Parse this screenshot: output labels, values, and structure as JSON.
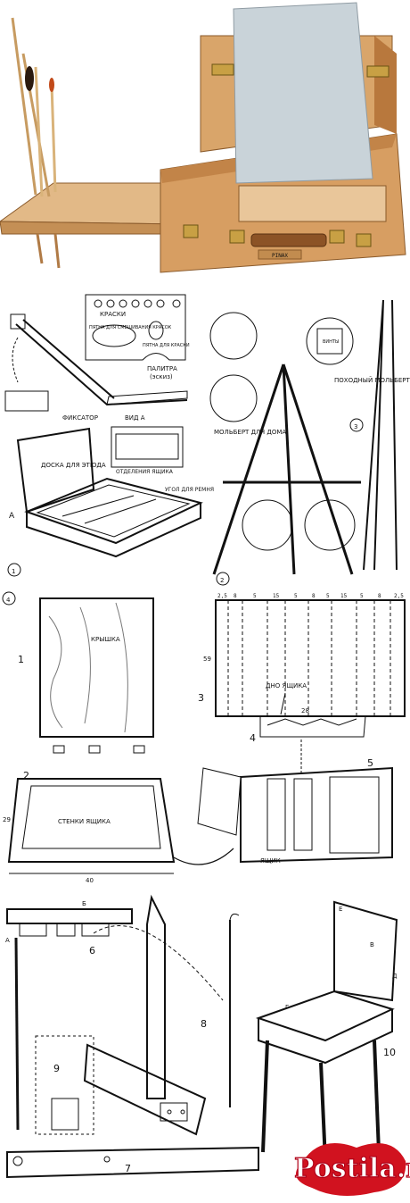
{
  "photo": {
    "brand_plate": "PINAX"
  },
  "fig1": {
    "palette_label": "ПАЛИТРА",
    "palette_sub": "(эскиз)",
    "palette_text_1": "КРАСКИ",
    "palette_text_2": "ПЯТНА ДЛЯ СМЕШИВАНИЯ КРАСОК",
    "palette_text_3": "ПЯТНА ДЛЯ КРАСКИ",
    "fixator_label": "ФИКСАТОР",
    "view_label": "ВИД А",
    "board_label": "ДОСКА ДЛЯ ЭТЮДА",
    "drawer_label": "ОТДЕЛЕНИЯ ЯЩИКА",
    "corner_label": "УГОЛ ДЛЯ РЕМНЯ",
    "marker_a": "А",
    "number": "1"
  },
  "fig2": {
    "label": "МОЛЬБЕРТ ДЛЯ ДОМА",
    "number": "2"
  },
  "fig3": {
    "label": "ПОХОДНЫЙ МОЛЬБЕРТ",
    "number": "3",
    "jar_label": "ВИНТЫ"
  },
  "fig4": {
    "number": "4",
    "lid_label": "КРЫШКА",
    "walls_label": "СТЕНКИ ЯЩИКА",
    "bottom_label": "ДНО ЯЩИКА",
    "box_label": "ЯЩИК",
    "part_1": "1",
    "part_2": "2",
    "part_3": "3",
    "part_4": "4",
    "part_5": "5",
    "dim_width": "40",
    "dim_height": "29",
    "dim_side": "59",
    "dim_inner": "28",
    "top_dims": [
      "2,5",
      "8",
      "5",
      "15",
      "5",
      "8",
      "5",
      "15",
      "5",
      "8",
      "2,5"
    ]
  },
  "fig5": {
    "part_6": "6",
    "part_7": "7",
    "part_8": "8",
    "part_9": "9",
    "part_10": "10",
    "letters": [
      "А",
      "Б",
      "В",
      "Г",
      "Д",
      "Е"
    ]
  },
  "watermark": {
    "text": "Postila.ru"
  }
}
